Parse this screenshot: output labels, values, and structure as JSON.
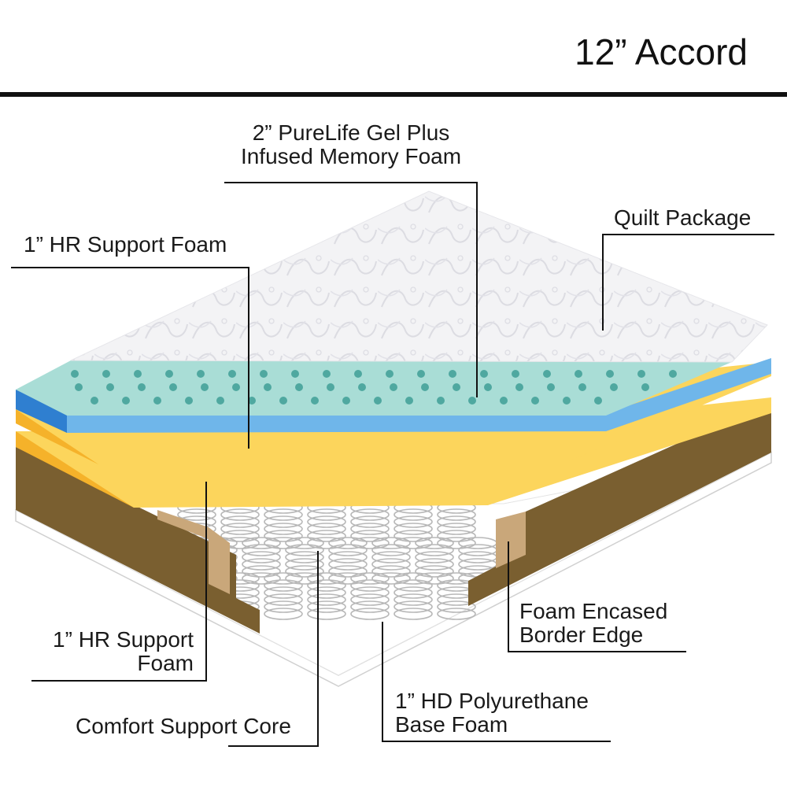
{
  "title": "12” Accord",
  "colors": {
    "quilt": "#f1f1f3",
    "memory_foam_top": "#a9ddd6",
    "memory_foam_dots": "#4fa8a0",
    "memory_foam_side": "#2f7fd0",
    "memory_foam_band": "#6fb6ea",
    "hr_foam": "#fcd55c",
    "hr_foam_edge": "#f5b22a",
    "border_wood": "#7a5f30",
    "border_tan": "#c9a77a",
    "base_foam": "#ffffff",
    "leader_line": "#111111"
  },
  "labels": {
    "memory_foam": {
      "line1": "2” PureLife Gel Plus",
      "line2": "Infused Memory Foam"
    },
    "quilt": {
      "line1": "Quilt Package"
    },
    "hr_top": {
      "line1": "1” HR Support Foam"
    },
    "hr_bottom": {
      "line1": "1” HR Support",
      "line2": "Foam"
    },
    "border": {
      "line1": "Foam Encased",
      "line2": "Border Edge"
    },
    "base": {
      "line1": "1” HD Polyurethane",
      "line2": "Base Foam"
    },
    "core": {
      "line1": "Comfort Support Core"
    }
  },
  "icons": {
    "quilt_pattern": "paisley-quilt-pattern",
    "coils": "pocket-coil-springs"
  }
}
